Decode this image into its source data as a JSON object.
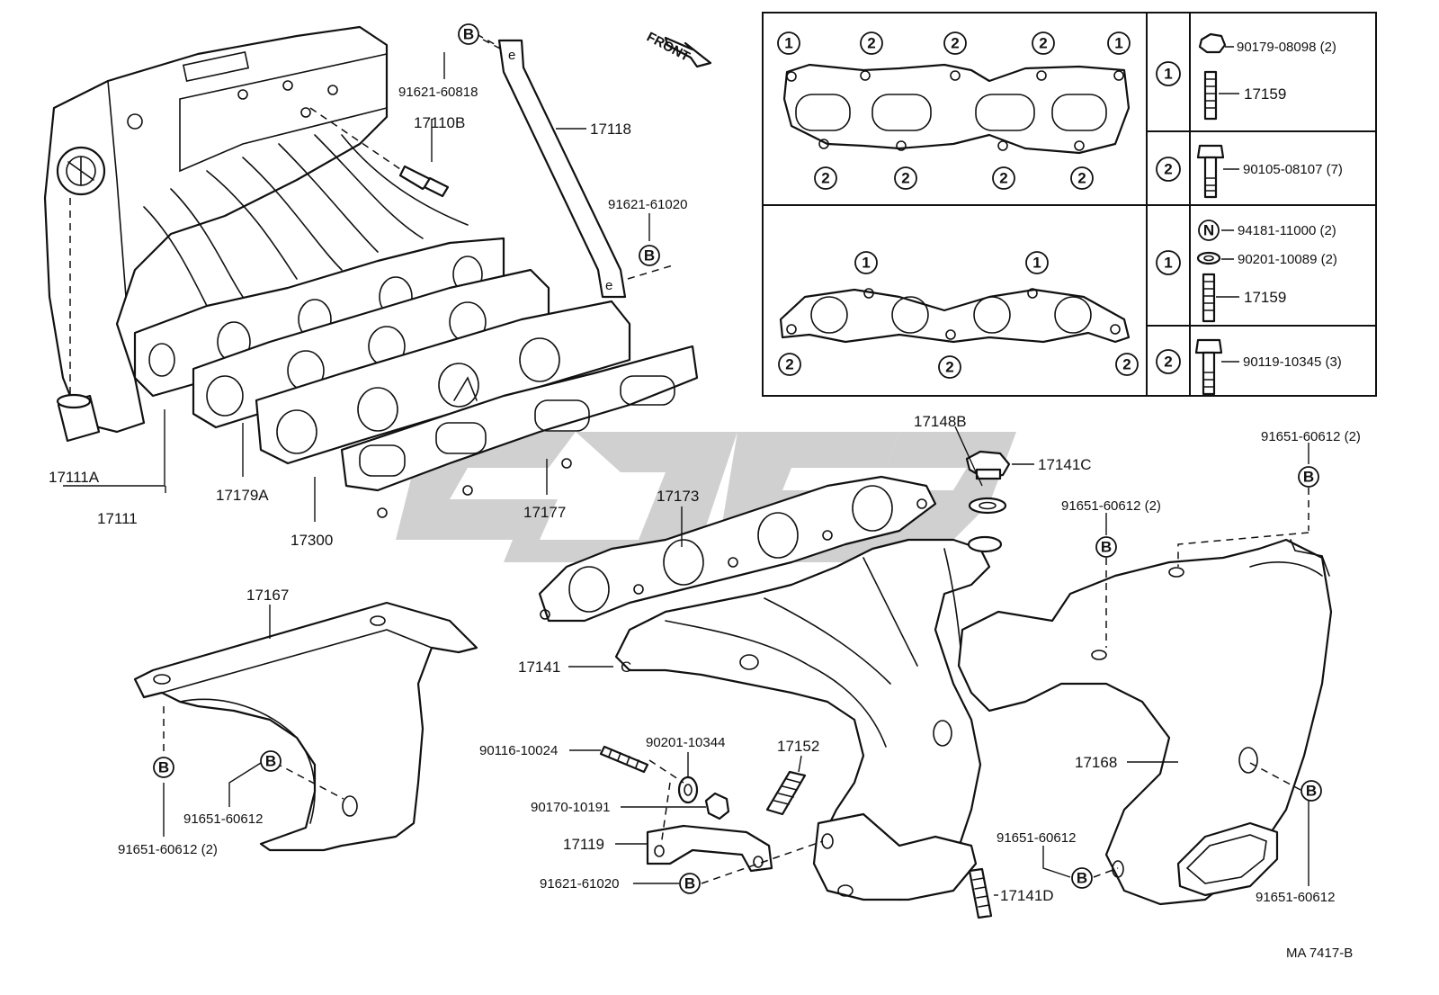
{
  "diagram": {
    "front_label": "FRONT",
    "catalog_code": "MA 7417-B",
    "callout_symbol": "B",
    "nut_symbol": "N",
    "markers": {
      "one": "1",
      "two": "2"
    },
    "parts": {
      "p17111A": "17111A",
      "p17111": "17111",
      "p17179A": "17179A",
      "p17300": "17300",
      "p17177": "17177",
      "p17110B": "17110B",
      "p91621_60818": "91621-60818",
      "p17118": "17118",
      "p91621_61020_top": "91621-61020",
      "p17173": "17173",
      "p17148B": "17148B",
      "p17141C": "17141C",
      "p91651_60612_2_right": "91651-60612 (2)",
      "p91651_60612_2_mid": "91651-60612 (2)",
      "p17167": "17167",
      "p17141": "17141",
      "p90116_10024": "90116-10024",
      "p90201_10344": "90201-10344",
      "p17152": "17152",
      "p90170_10191": "90170-10191",
      "p17119": "17119",
      "p91621_61020_bottom": "91621-61020",
      "p91651_60612_left": "91651-60612",
      "p91651_60612_2_left": "91651-60612 (2)",
      "p17168": "17168",
      "p91651_60612_lowmid": "91651-60612",
      "p17141D": "17141D",
      "p91651_60612_lowright": "91651-60612"
    },
    "table": {
      "row1": {
        "marker": "1",
        "items": [
          "90179-08098 (2)",
          "17159"
        ]
      },
      "row2": {
        "marker": "2",
        "items": [
          "90105-08107 (7)"
        ]
      },
      "row3": {
        "marker": "1",
        "items": [
          "94181-11000 (2)",
          "90201-10089 (2)",
          "17159"
        ]
      },
      "row4": {
        "marker": "2",
        "items": [
          "90119-10345 (3)"
        ]
      }
    }
  }
}
